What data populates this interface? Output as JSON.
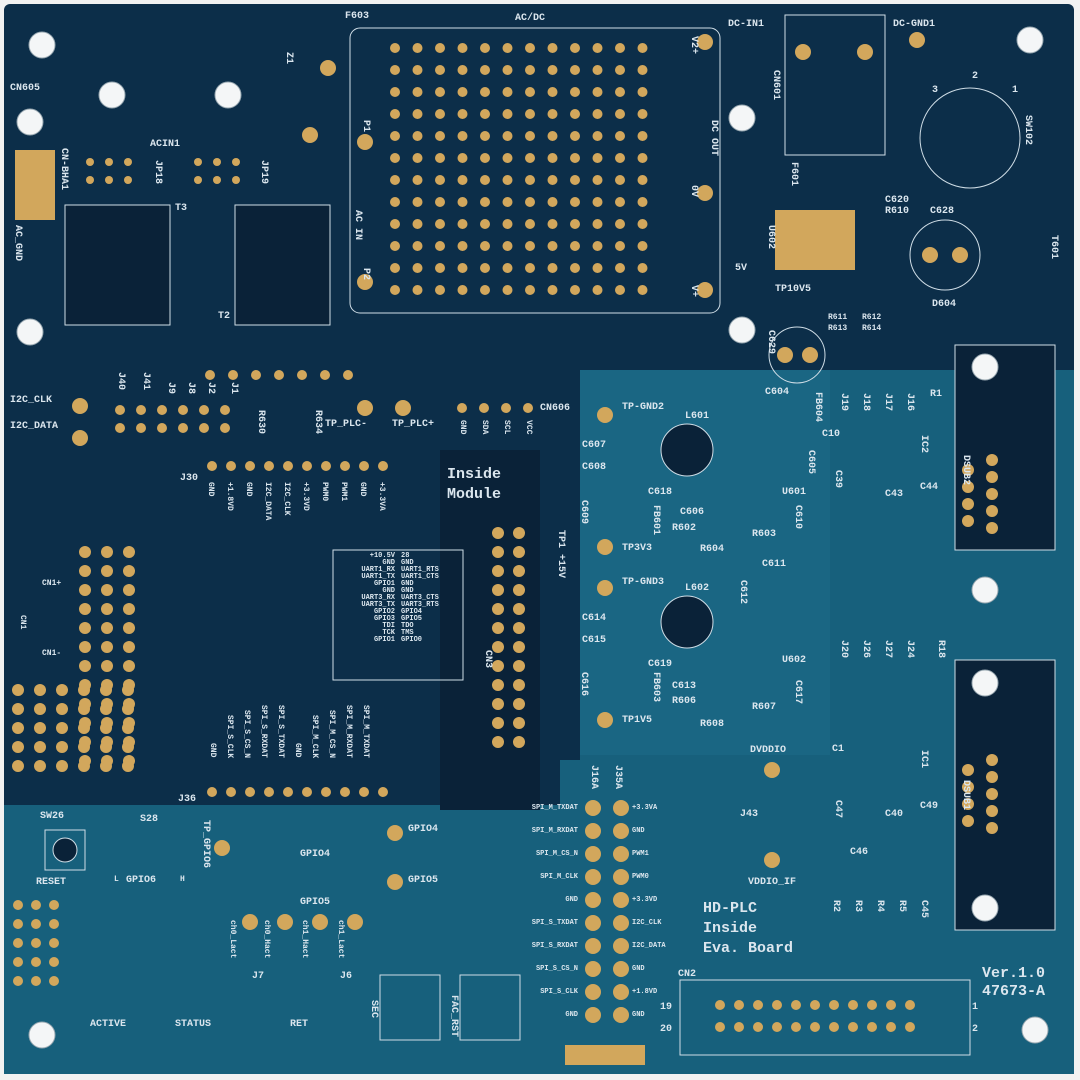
{
  "board": {
    "title_lines": [
      "HD-PLC",
      "Inside",
      "Eva. Board"
    ],
    "version": "Ver.1.0",
    "part_number": "47673-A",
    "module_label": [
      "Inside",
      "Module"
    ]
  },
  "top": {
    "acdc": "AC/DC",
    "f603": "F603",
    "dc_in1": "DC-IN1",
    "dc_gnd1": "DC-GND1",
    "cn605": "CN605",
    "acin1": "ACIN1",
    "jp18": "JP18",
    "jp19": "JP19",
    "t3": "T3",
    "t2": "T2",
    "p1": "P1",
    "p2": "P2",
    "ac_in": "AC IN",
    "dc_out": "DC OUT",
    "zero_v": "0V",
    "v_plus": "V+",
    "v2_plus": "V2+",
    "five_v": "5V",
    "cn601": "CN601",
    "f601": "F601",
    "sw102": "SW102",
    "u602_top": "U602",
    "c620": "C620",
    "r610": "R610",
    "c628": "C628",
    "t601": "T601",
    "d604": "D604",
    "r611": "R611",
    "r612": "R612",
    "r613": "R613",
    "r614": "R614",
    "tp10v5": "TP10V5",
    "c629": "C629",
    "ac_gnd": "AC_GND",
    "cn_bha1": "CN-BHA1",
    "z1": "Z1",
    "pin1": "1",
    "pin2": "2",
    "pin3": "3"
  },
  "middle": {
    "i2c_clk": "I2C_CLK",
    "i2c_data": "I2C_DATA",
    "j40": "J40",
    "j41": "J41",
    "j9": "J9",
    "j8": "J8",
    "j2": "J2",
    "j1": "J1",
    "r630": "R630",
    "r634": "R634",
    "tp_plc_minus": "TP_PLC-",
    "tp_plc_plus": "TP_PLC+",
    "cn606": "CN606",
    "cn606_pins": [
      "GND",
      "SDA",
      "SCL",
      "VCC"
    ],
    "j30": "J30",
    "j30_pins": [
      "GND",
      "+1.8VD",
      "GND",
      "I2C_DATA",
      "I2C_CLK",
      "+3.3VD",
      "PWM0",
      "PWM1",
      "GND",
      "+3.3VA"
    ],
    "cn3": "CN3",
    "tp1": "TP1 +15V",
    "cn1_plus": "CN1+",
    "cn1_minus": "CN1-",
    "cn1": "CN1",
    "module_pinout_left": [
      "+10.5V",
      "GND",
      "UART1_RX",
      "UART1_TX",
      "GPIO1",
      "GND",
      "UART3_RX",
      "UART3_TX",
      "GPIO2",
      "GPIO3",
      "TDI",
      "TCK",
      "GPIO1"
    ],
    "module_pinout_right": [
      "28",
      "GND",
      "UART1_RTS",
      "UART1_CTS",
      "GND",
      "GND",
      "UART3_CTS",
      "UART3_RTS",
      "GPIO4",
      "GPIO5",
      "TDO",
      "TMS",
      "GPIO0"
    ]
  },
  "power": {
    "tp_gnd2": "TP-GND2",
    "l601": "L601",
    "c607": "C607",
    "c608": "C608",
    "c618": "C618",
    "c609": "C609",
    "fb601": "FB601",
    "r602": "R602",
    "r604": "R604",
    "c606": "C606",
    "r603": "R603",
    "c610": "C610",
    "u601": "U601",
    "c604": "C604",
    "fb604": "FB604",
    "c605": "C605",
    "tp3v3": "TP3V3",
    "tp_gnd3": "TP-GND3",
    "l602": "L602",
    "c611": "C611",
    "c612": "C612",
    "c614": "C614",
    "c615": "C615",
    "c619": "C619",
    "c616": "C616",
    "fb603": "FB603",
    "c613": "C613",
    "r606": "R606",
    "r608": "R608",
    "r607": "R607",
    "c617": "C617",
    "u602": "U602",
    "tp1v5": "TP1V5"
  },
  "right": {
    "j19": "J19",
    "j18": "J18",
    "j17": "J17",
    "j16": "J16",
    "r1": "R1",
    "dsub2": "DSUB2",
    "ic2": "IC2",
    "c43": "C43",
    "c44": "C44",
    "c39": "C39",
    "c10": "C10",
    "j20": "J20",
    "j26": "J26",
    "j27": "J27",
    "j24": "J24",
    "r18": "R18",
    "c1": "C1",
    "ic1": "IC1",
    "c47": "C47",
    "c40": "C40",
    "c46": "C46",
    "c49": "C49",
    "dsub1": "DSUB1",
    "dvddio": "DVDDIO",
    "j43": "J43",
    "vddio_if": "VDDIO_IF",
    "cn2": "CN2",
    "r2": "R2",
    "r3": "R3",
    "r4": "R4",
    "r5": "R5",
    "c45": "C45",
    "cn2_1": "1",
    "cn2_2": "2",
    "cn2_19": "19",
    "cn2_20": "20"
  },
  "header": {
    "j16a": "J16A",
    "j35a": "J35A",
    "left_pins": [
      "SPI_M_TXDAT",
      "SPI_M_RXDAT",
      "SPI_M_CS_N",
      "SPI_M_CLK",
      "GND",
      "SPI_S_TXDAT",
      "SPI_S_RXDAT",
      "SPI_S_CS_N",
      "SPI_S_CLK",
      "GND"
    ],
    "right_pins": [
      "+3.3VA",
      "GND",
      "PWM1",
      "PWM0",
      "+3.3VD",
      "I2C_CLK",
      "I2C_DATA",
      "GND",
      "+1.8VD",
      "GND"
    ],
    "j36": "J36",
    "j36_pins": [
      "GND",
      "SPI_S_CLK",
      "SPI_S_CS_N",
      "SPI_S_RXDAT",
      "SPI_S_TXDAT",
      "GND",
      "SPI_M_CLK",
      "SPI_M_CS_N",
      "SPI_M_RXDAT",
      "SPI_M_TXDAT"
    ]
  },
  "bottom": {
    "sw26": "SW26",
    "reset": "RESET",
    "s28": "S28",
    "gpio6": "GPIO6",
    "l": "L",
    "h": "H",
    "tp_gpio6": "TP_GPIO6",
    "gpio4_a": "GPIO4",
    "gpio4_b": "GPIO4",
    "gpio5_a": "GPIO5",
    "gpio5_b": "GPIO5",
    "ch0_lact": "ch0_Lact",
    "ch0_hact": "ch0_Hact",
    "ch1_hact": "ch1_Hact",
    "ch1_lact": "ch1_Lact",
    "j7": "J7",
    "j6": "J6",
    "active": "ACTIVE",
    "status": "STATUS",
    "ret": "RET",
    "sec": "SEC",
    "fac_rst": "FAC_RST"
  },
  "colors": {
    "dark": "#0b2b45",
    "teal": "#17607c",
    "gold": "#d2a75c",
    "silk": "#dbe6ee"
  }
}
